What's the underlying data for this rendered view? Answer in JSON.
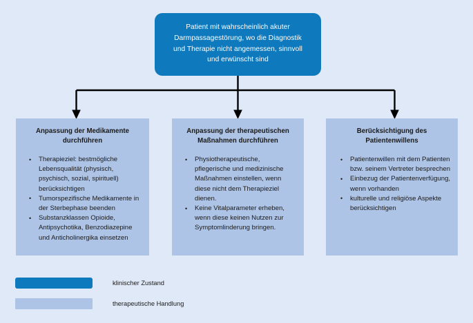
{
  "diagram": {
    "background_color": "#dfe9f7",
    "clinical_color": "#0f79bd",
    "therapeutic_color": "#aec4e6",
    "connector_color": "#000000",
    "root": {
      "label": "Patient mit wahrscheinlich akuter\nDarmpassagestörung, wo die Diagnostik\nund Therapie nicht angemessen, sinnvoll\nund erwünscht sind",
      "type": "klinischer Zustand"
    },
    "branches": [
      {
        "id": "medikamente",
        "title": "Anpassung der Medikamente\ndurchführen",
        "type": "therapeutische Handlung",
        "bullets": [
          "Therapieziel: bestmögliche Lebensqualität (physisch, psychisch, sozial, spirituell) berücksichtigen",
          "Tumorspezifische Medikamente in der Sterbephase beenden",
          "Substanzklassen Opioide, Antipsychotika, Benzodiazepine und Anticholinergika einsetzen"
        ]
      },
      {
        "id": "massnahmen",
        "title": "Anpassung der therapeutischen\nMaßnahmen durchführen",
        "type": "therapeutische Handlung",
        "bullets": [
          "Physiotherapeutische, pflegerische und medizinische Maßnahmen einstellen, wenn diese nicht dem Therapieziel dienen.",
          "Keine Vitalparameter erheben, wenn diese keinen Nutzen zur Symptomlinderung bringen."
        ]
      },
      {
        "id": "patientenwille",
        "title": "Berücksichtigung des\nPatientenwillens",
        "type": "therapeutische Handlung",
        "bullets": [
          "Patientenwillen mit dem Patienten bzw. seinem Vertreter besprechen",
          "Einbezug der Patientenverfügung, wenn vorhanden",
          "kulturelle und religiöse Aspekte berücksichtigen"
        ]
      }
    ],
    "legend": {
      "items": [
        {
          "label": "klinischer Zustand",
          "color": "#0f79bd"
        },
        {
          "label": "therapeutische Handlung",
          "color": "#aec4e6"
        }
      ]
    }
  }
}
